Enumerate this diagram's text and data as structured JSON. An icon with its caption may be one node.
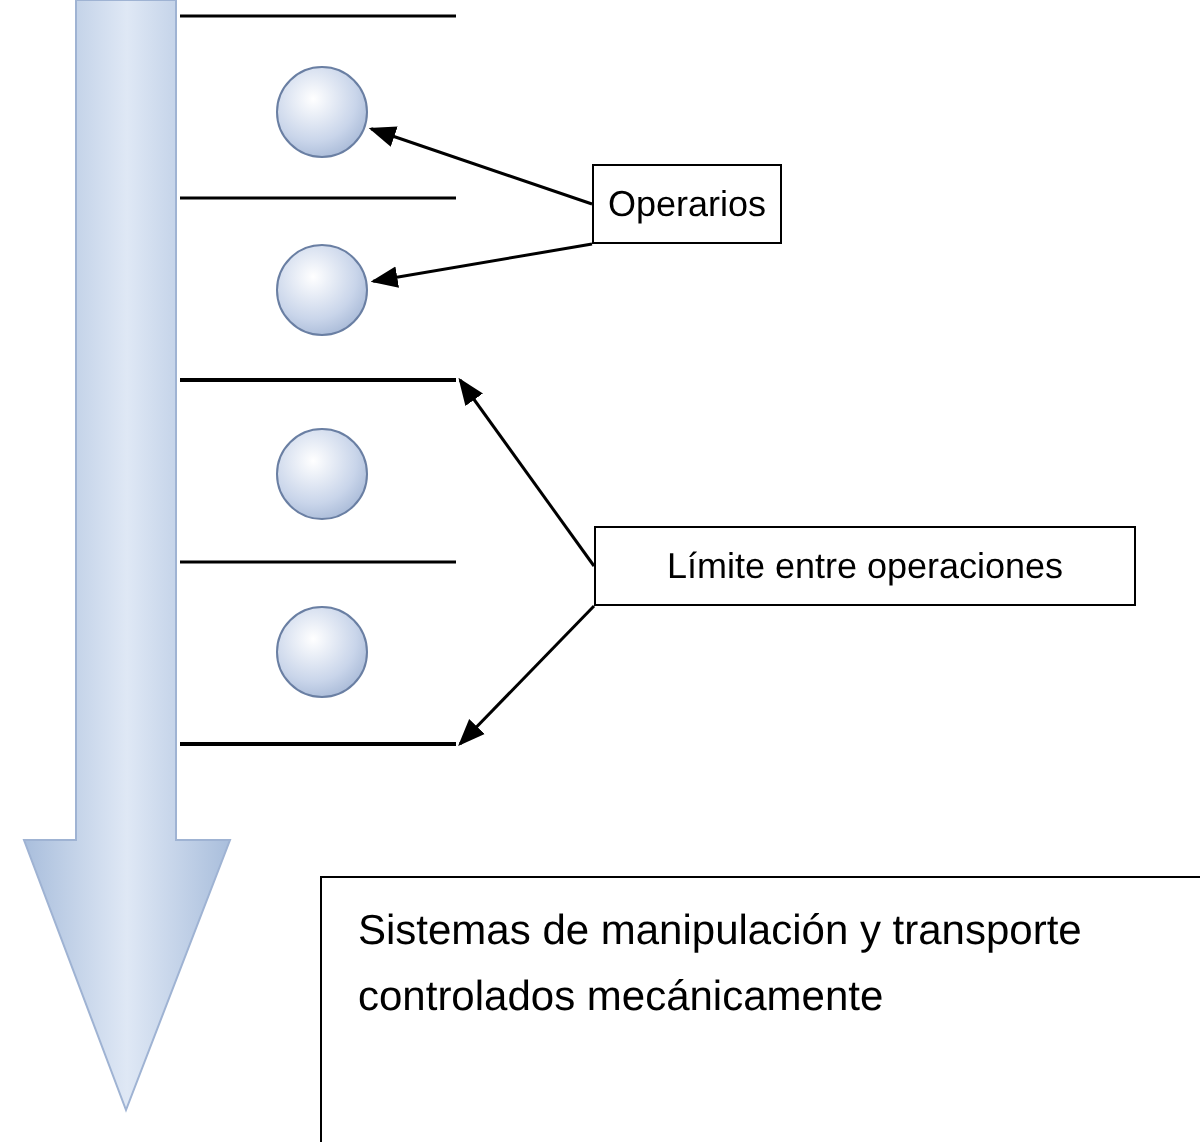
{
  "diagram": {
    "nodes": [
      {
        "text": [],
        "shape": "circle"
      },
      {
        "text": [
          "Operarios"
        ]
      },
      {
        "text": [],
        "shape": "circle"
      },
      {
        "text": [],
        "shape": "line"
      },
      {
        "text": [],
        "shape": "circle"
      },
      {
        "text": [
          "Límite entre operaciones"
        ]
      },
      {
        "text": [],
        "shape": "circle"
      },
      {
        "text": [],
        "shape": "line"
      },
      {
        "text": [
          "Sistemas de manipulación y transporte controlados mecánicamente"
        ]
      }
    ],
    "edges": [
      {
        "from": 1,
        "to": 0,
        "arrow": "to"
      },
      {
        "from": 1,
        "to": 2,
        "arrow": "to"
      },
      {
        "from": 5,
        "to": 3,
        "arrow": "to"
      },
      {
        "from": 5,
        "to": 7,
        "arrow": "to"
      }
    ]
  }
}
